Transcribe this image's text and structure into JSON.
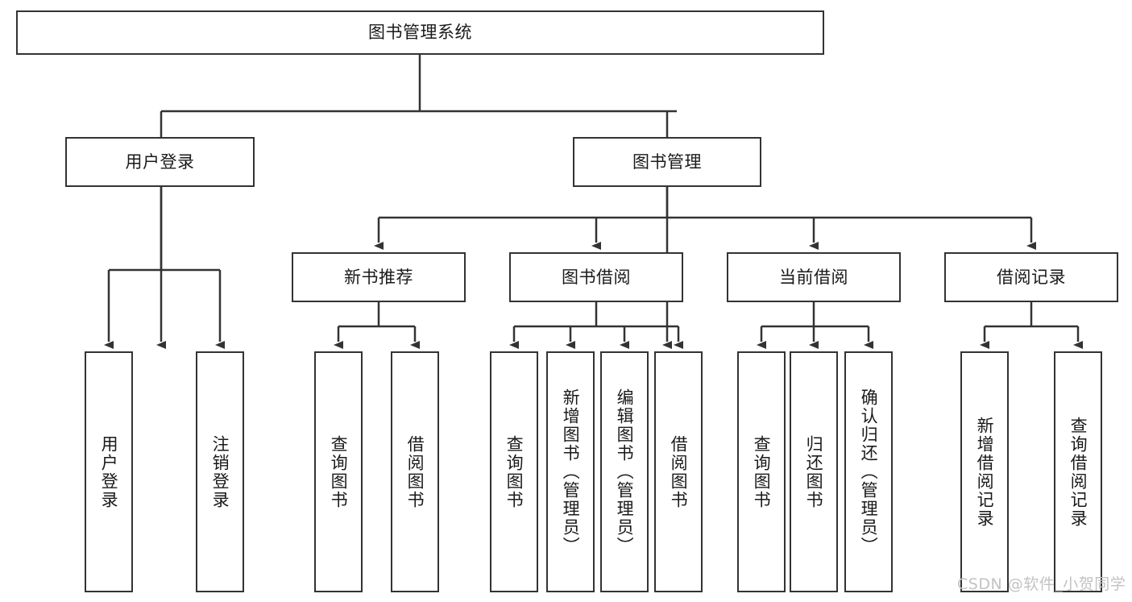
{
  "diagram": {
    "type": "tree",
    "title": "图书管理系统",
    "orientation": "top-down",
    "colors": {
      "box_border": "#333333",
      "box_fill": "#ffffff",
      "connector": "#333333",
      "text": "#1a1a1a",
      "watermark": "#c2c2c2",
      "background": "#ffffff"
    },
    "root": {
      "label": "图书管理系统"
    },
    "level2": [
      {
        "label": "用户登录"
      },
      {
        "label": "图书管理"
      }
    ],
    "level3": [
      {
        "label": "新书推荐"
      },
      {
        "label": "图书借阅"
      },
      {
        "label": "当前借阅"
      },
      {
        "label": "借阅记录"
      }
    ],
    "leaves": {
      "user_login": [
        {
          "label": "用户登录"
        },
        {
          "label": "注销登录"
        }
      ],
      "new_book_recommend": [
        {
          "label": "查询图书"
        },
        {
          "label": "借阅图书"
        }
      ],
      "book_borrow": [
        {
          "label": "查询图书"
        },
        {
          "label": "新增图书（管理员）"
        },
        {
          "label": "编辑图书（管理员）"
        },
        {
          "label": "借阅图书"
        }
      ],
      "current_borrow": [
        {
          "label": "查询图书"
        },
        {
          "label": "归还图书"
        },
        {
          "label": "确认归还（管理员）"
        }
      ],
      "borrow_record": [
        {
          "label": "新增借阅记录"
        },
        {
          "label": "查询借阅记录"
        }
      ]
    }
  },
  "watermark": {
    "text": "CSDN @软件_小贺同学"
  }
}
